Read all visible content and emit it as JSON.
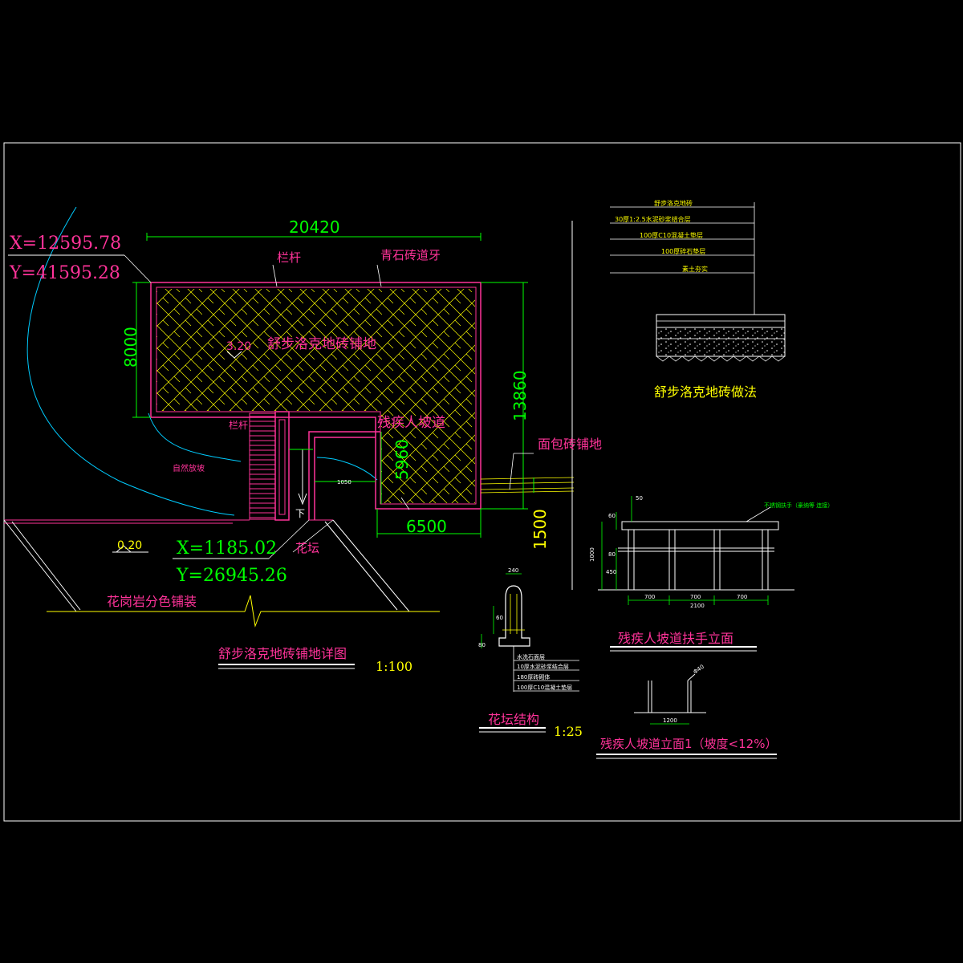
{
  "colors": {
    "background": "#000000",
    "frame": "#ffffff",
    "outline": "#ff3399",
    "dimension": "#00ff00",
    "yellow": "#ffff00",
    "cyan": "#00ccff",
    "white": "#ffffff"
  },
  "plan": {
    "coord_top_x": "X=12595.78",
    "coord_top_y": "Y=41595.28",
    "dim_width": "20420",
    "dim_height_left": "8000",
    "dim_height_right": "13860",
    "dim_ramp": "5960",
    "dim_bottom": "6500",
    "dim_path": "1500",
    "dim_ramp_small": "1050",
    "label_railing": "栏杆",
    "label_railing_2": "栏杆",
    "label_curb": "青石砖道牙",
    "label_elevation_top": "3.20",
    "label_paving": "舒步洛克地砖铺地",
    "label_ramp": "残疾人坡道",
    "label_bread_brick": "面包砖铺地",
    "label_down": "下",
    "label_slope": "自然放坡",
    "label_elevation_bottom": "0.20",
    "coord_bottom_x": "X=1185.02",
    "coord_bottom_y": "Y=26945.26",
    "label_planter": "花坛",
    "label_granite": "花岗岩分色铺装",
    "title": "舒步洛克地砖铺地详图",
    "scale": "1:100"
  },
  "section": {
    "layers": [
      "舒步洛克地砖",
      "30厚1:2.5水泥砂浆结合层",
      "100厚C10混凝土垫层",
      "100厚碎石垫层",
      "素土夯实"
    ],
    "title": "舒步洛克地砖做法"
  },
  "planter": {
    "dim_top": "240",
    "dim_side": "60",
    "dim_base": "80",
    "layers": [
      "水洗石面层",
      "10厚水泥砂浆结合层",
      "180厚砖砌体",
      "100厚C10混凝土垫层"
    ],
    "title": "花坛结构",
    "scale": "1:25"
  },
  "handrail": {
    "note": "不锈钢扶手（豪纳等 连接）",
    "dim_a": "50",
    "dim_b": "60",
    "dim_total_h": "1000",
    "dim_mid": "80",
    "dim_low": "450",
    "spans": [
      "700",
      "700",
      "700"
    ],
    "total": "2100",
    "title": "残疾人坡道扶手立面"
  },
  "ramp_elev": {
    "dim_width": "1200",
    "dim_tag": "Φ40",
    "title": "残疾人坡道立面1（坡度<12%）"
  }
}
